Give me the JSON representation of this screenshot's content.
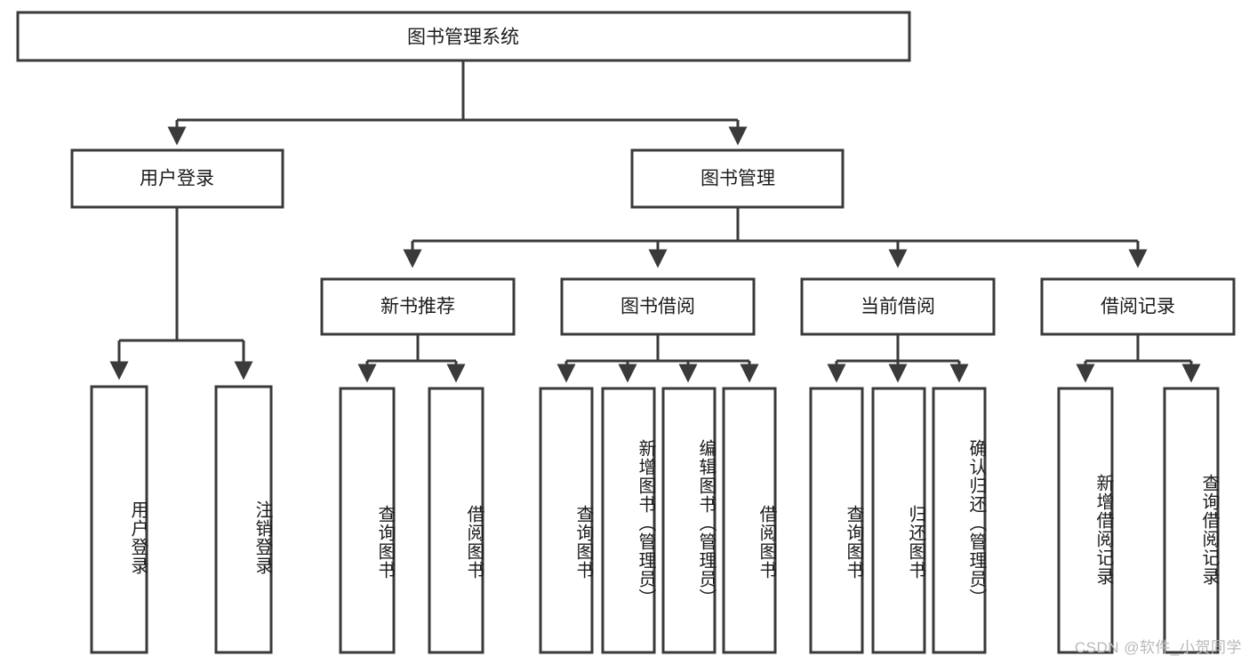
{
  "diagram": {
    "type": "tree",
    "orientation": "top-down",
    "root": {
      "id": "root",
      "label": "图书管理系统"
    },
    "level2": [
      {
        "id": "user-login",
        "label": "用户登录"
      },
      {
        "id": "book-manage",
        "label": "图书管理"
      }
    ],
    "level3": [
      {
        "id": "new-book-rec",
        "label": "新书推荐",
        "parent": "book-manage"
      },
      {
        "id": "book-borrow",
        "label": "图书借阅",
        "parent": "book-manage"
      },
      {
        "id": "current-borrow",
        "label": "当前借阅",
        "parent": "book-manage"
      },
      {
        "id": "borrow-record",
        "label": "借阅记录",
        "parent": "book-manage"
      }
    ],
    "leaves": [
      {
        "id": "leaf-user-login",
        "label": "用户登录",
        "parent": "user-login"
      },
      {
        "id": "leaf-logout",
        "label": "注销登录",
        "parent": "user-login"
      },
      {
        "id": "leaf-query-book-1",
        "label": "查询图书",
        "parent": "new-book-rec"
      },
      {
        "id": "leaf-borrow-book-1",
        "label": "借阅图书",
        "parent": "new-book-rec"
      },
      {
        "id": "leaf-query-book-2",
        "label": "查询图书",
        "parent": "book-borrow"
      },
      {
        "id": "leaf-add-book",
        "label": "新增图书（管理员）",
        "parent": "book-borrow"
      },
      {
        "id": "leaf-edit-book",
        "label": "编辑图书（管理员）",
        "parent": "book-borrow"
      },
      {
        "id": "leaf-borrow-book-2",
        "label": "借阅图书",
        "parent": "book-borrow"
      },
      {
        "id": "leaf-query-book-3",
        "label": "查询图书",
        "parent": "current-borrow"
      },
      {
        "id": "leaf-return-book",
        "label": "归还图书",
        "parent": "current-borrow"
      },
      {
        "id": "leaf-confirm-return",
        "label": "确认归还（管理员）",
        "parent": "current-borrow"
      },
      {
        "id": "leaf-add-record",
        "label": "新增借阅记录",
        "parent": "borrow-record"
      },
      {
        "id": "leaf-query-record",
        "label": "查询借阅记录",
        "parent": "borrow-record"
      }
    ],
    "colors": {
      "stroke": "#3a3a3a",
      "fill": "#ffffff",
      "text": "#1c1c1c",
      "watermark": "#b9b9b9"
    }
  },
  "watermark": {
    "text": "CSDN @软件_小贺同学"
  }
}
